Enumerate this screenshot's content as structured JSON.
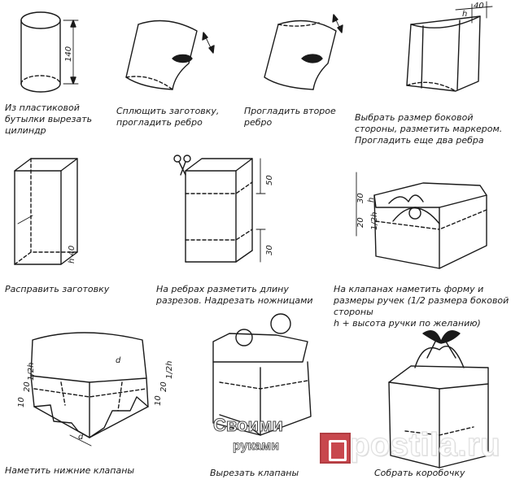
{
  "steps": [
    {
      "caption": "Из пластиковой\nбутылки вырезать\nцилиндр"
    },
    {
      "caption": "Сплющить заготовку,\nпрогладить ребро"
    },
    {
      "caption": "Прогладить второе\nребро"
    },
    {
      "caption": "Выбрать размер боковой стороны, разметить маркером. Прогладить еще два ребра"
    },
    {
      "caption": "Расправить заготовку"
    },
    {
      "caption": "На ребрах разметить длину\nразрезов. Надрезать ножницами"
    },
    {
      "caption": "На клапанах наметить форму и размеры ручек (1/2 размера боковой стороны\nh + высота ручки по желанию)"
    },
    {
      "caption": "Наметить нижние клапаны"
    },
    {
      "caption": "Вырезать клапаны"
    },
    {
      "caption": "Собрать коробочку"
    }
  ],
  "dimensions": {
    "d140_a": "140",
    "d40": "40",
    "dh": "h",
    "d140_b": "h 40",
    "d50": "50",
    "d30": "30",
    "d30b": "30",
    "dh2": "h",
    "d20": "20",
    "dhalf": "1/2h",
    "d10": "10",
    "d20b": "20",
    "dhalf2": "1/2h",
    "d10b": "10",
    "d20c": "20",
    "dhalf3": "1/2h",
    "dd": "d",
    "dd2": "d"
  },
  "watermarks": {
    "logo_top": "Своими",
    "logo_bottom": "руками",
    "site": "postila.ru"
  }
}
